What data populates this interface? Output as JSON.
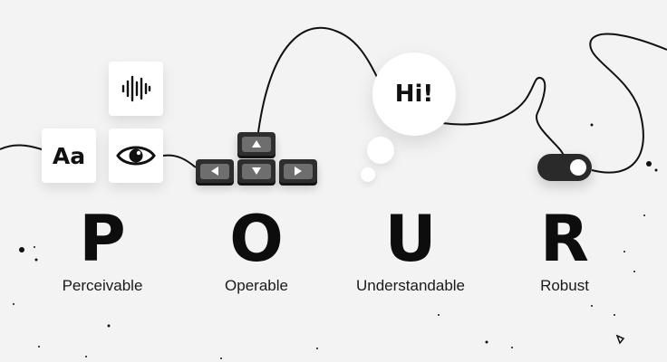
{
  "colors": {
    "background": "#f3f3f3",
    "ink": "#111111",
    "tile": "#ffffff",
    "key": "#2e2e2e",
    "keycap": "#6e6e6e"
  },
  "tiles": {
    "font_tile_text": "Aa",
    "sound_icon": "sound-wave-icon",
    "eye_icon": "eye-icon"
  },
  "keyboard": {
    "keys": [
      "arrow-up-icon",
      "arrow-left-icon",
      "arrow-down-icon",
      "arrow-right-icon"
    ]
  },
  "speech_bubble": {
    "text": "Hi!"
  },
  "toggle": {
    "state": "on"
  },
  "principles": [
    {
      "letter": "P",
      "label": "Perceivable"
    },
    {
      "letter": "O",
      "label": "Operable"
    },
    {
      "letter": "U",
      "label": "Understandable"
    },
    {
      "letter": "R",
      "label": "Robust"
    }
  ]
}
